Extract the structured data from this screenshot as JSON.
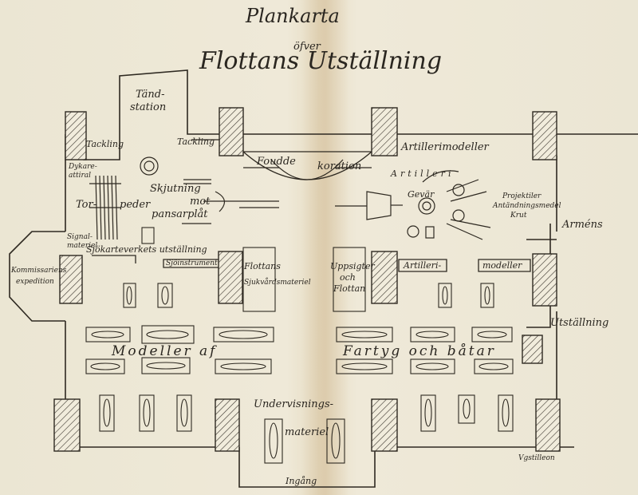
{
  "map": {
    "title_line1": "Plankarta",
    "title_line2": "öfver",
    "title_line3": "Flottans Utställning",
    "signature": "Vgstilleon"
  },
  "labels": {
    "tand_station_1": "Tänd-",
    "tand_station_2": "station",
    "tackling_left": "Tackling",
    "tackling_mid": "Tackling",
    "dykare_1": "Dykare-",
    "dykare_2": "attiral",
    "torpeder_1": "Tor-",
    "torpeder_2": "peder",
    "skjutning_1": "Skjutning",
    "skjutning_2": "mot",
    "skjutning_3": "pansarplåt",
    "foudde": "Foudde",
    "koration": "koration",
    "artillerimodeller": "Artillerimodeller",
    "artilleri_arc": "Artilleri",
    "gevar": "Gevär",
    "projektiler": "Projektiler",
    "antandningsmedel": "Antändningsmedel",
    "krut": "Krut",
    "armens": "Arméns",
    "utstallning_right": "Utställning",
    "signal_1": "Signal-",
    "signal_2": "materiel",
    "sjokarteverkets": "Sjökarteverkets utställning",
    "sjoinstrument": "Sjöinstrument",
    "kommissariens_1": "Kommissariens",
    "kommissariens_2": "expedition",
    "flottans_1": "Flottans",
    "flottans_2": "Sjukvårdsmateriel",
    "uppsigter_1": "Uppsigter",
    "uppsigter_2": "och",
    "uppsigter_3": "Flottan",
    "artilleri_hall": "Artilleri-",
    "modeller_hall": "modeller",
    "modeller_af": "Modeller af",
    "tartyg": "Fartyg och båtar",
    "undervisnings_1": "Undervisnings-",
    "undervisnings_2": "materiel",
    "ingang": "Ingång"
  }
}
